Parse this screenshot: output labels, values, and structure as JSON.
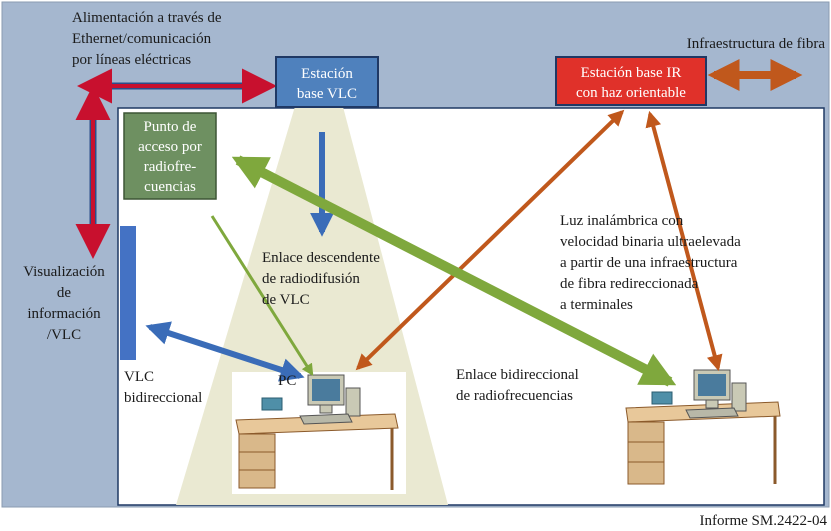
{
  "labels": {
    "power_line_1": "Alimentación a través de",
    "power_line_2": "Ethernet/comunicación",
    "power_line_3": "por líneas eléctricas",
    "fiber_infra": "Infraestructura de fibra",
    "vlc_base_1": "Estación",
    "vlc_base_2": "base VLC",
    "ir_base_1": "Estación base IR",
    "ir_base_2": "con haz orientable",
    "rf_ap_1": "Punto de",
    "rf_ap_2": "acceso por",
    "rf_ap_3": "radiofre-",
    "rf_ap_4": "cuencias",
    "display_1": "Visualización",
    "display_2": "de",
    "display_3": "información",
    "display_4": "/VLC",
    "downlink_1": "Enlace descendente",
    "downlink_2": "de radiodifusión",
    "downlink_3": "de VLC",
    "wireless_1": "Luz inalámbrica con",
    "wireless_2": "velocidad binaria ultraelevada",
    "wireless_3": "a partir de una infraestructura",
    "wireless_4": "de fibra redireccionada",
    "wireless_5": "a terminales",
    "vlc_bidir_1": "VLC",
    "vlc_bidir_2": "bidireccional",
    "pc": "PC",
    "rf_bidir_1": "Enlace bidireccional",
    "rf_bidir_2": "de radiofrecuencias",
    "caption": "Informe SM.2422-04"
  },
  "colors": {
    "background": "#a5b7cf",
    "room": "#ffffff",
    "cone": "#eae9d2",
    "vlc_base": "#4f81bd",
    "ir_base": "#e0312a",
    "rf_ap": "#6e9061",
    "blue_arrow": "#3a6cb8",
    "red_arrow": "#c8102e",
    "orange_arrow": "#c0581c",
    "green_arrow": "#7fa83d",
    "display_bar": "#4472c4"
  }
}
